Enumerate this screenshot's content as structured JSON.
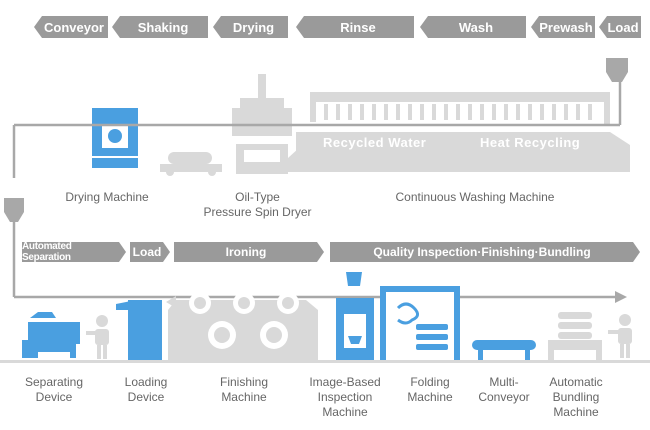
{
  "top_stages": [
    "Conveyor",
    "Shaking",
    "Drying",
    "Rinse",
    "Wash",
    "Prewash",
    "Load"
  ],
  "bottom_stages": [
    "Automated Separation",
    "Load",
    "Ironing",
    "Quality Inspection·Finishing·Bundling"
  ],
  "tank_labels": {
    "recycled_water": "Recycled Water",
    "heat_recycling": "Heat Recycling"
  },
  "top_machines": {
    "drying": "Drying Machine",
    "spin_dryer": "Oil-Type\nPressure Spin Dryer",
    "washing": "Continuous Washing Machine"
  },
  "bottom_machines": {
    "separating": "Separating\nDevice",
    "loading": "Loading\nDevice",
    "finishing": "Finishing\nMachine",
    "inspection": "Image-Based\nInspection\nMachine",
    "folding": "Folding\nMachine",
    "conveyor": "Multi-\nConveyor",
    "bundling": "Automatic\nBundling\nMachine"
  },
  "colors": {
    "accent_blue": "#4a9fe0",
    "machine_grey": "#d9d9d9",
    "stage_grey": "#9a9a9a",
    "line_grey": "#a8a8a8"
  }
}
